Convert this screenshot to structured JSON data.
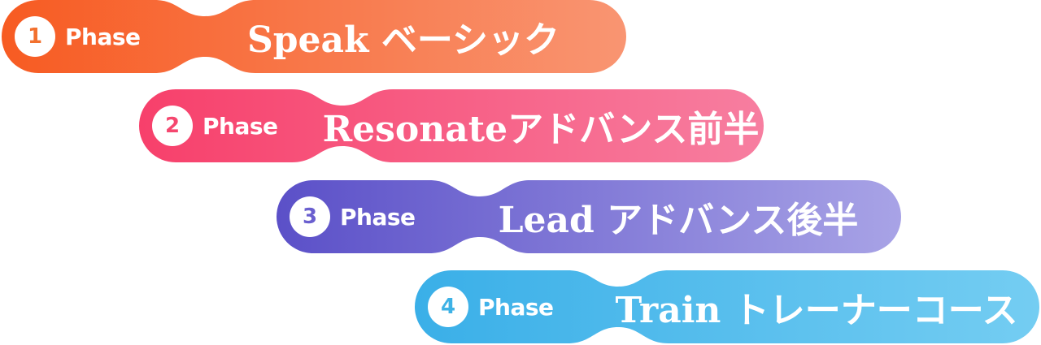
{
  "phases": [
    {
      "number": "1",
      "label": "Phase",
      "title": "Speak ベーシック",
      "color_start": "#f75b22",
      "color_end": "#f99572"
    },
    {
      "number": "2",
      "label": "Phase",
      "title": "Resonateアドバンス前半",
      "color_start": "#f7406b",
      "color_end": "#f77ea0"
    },
    {
      "number": "3",
      "label": "Phase",
      "title": "Lead アドバンス後半",
      "color_start": "#5b50c8",
      "color_end": "#a8a3e6"
    },
    {
      "number": "4",
      "label": "Phase",
      "title": "Train トレーナーコース",
      "color_start": "#3aafe8",
      "color_end": "#74cdf2"
    }
  ]
}
